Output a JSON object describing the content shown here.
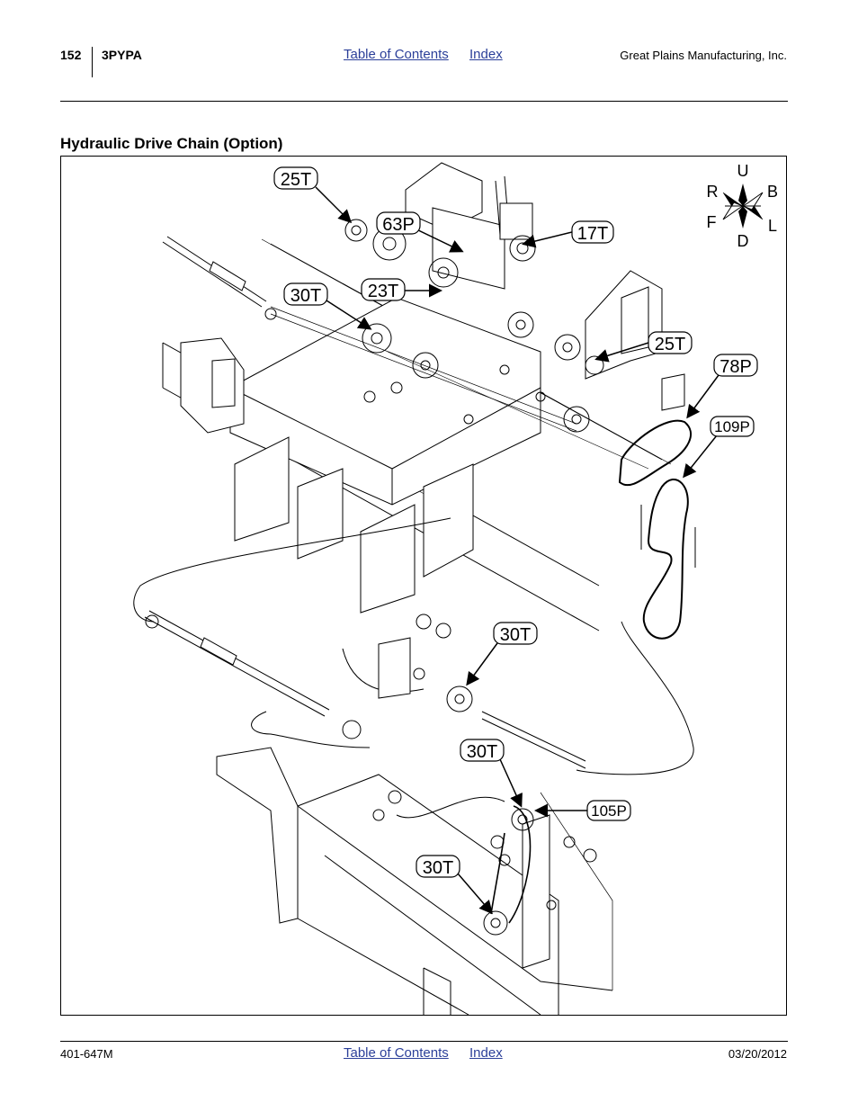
{
  "header": {
    "page_number": "152",
    "model": "3PYPA",
    "toc_link": "Table of Contents",
    "index_link": "Index",
    "company": "Great Plains Manufacturing, Inc."
  },
  "section_title": "Hydraulic Drive Chain (Option)",
  "figure": {
    "image_id": "25060",
    "compass": {
      "up": "U",
      "down": "D",
      "right": "R",
      "left": "L",
      "back": "B",
      "front": "F"
    },
    "callouts": {
      "c1": "25T",
      "c2": "63P",
      "c3": "17T",
      "c4": "30T",
      "c5": "23T",
      "c6": "25T",
      "c7": "78P",
      "c8": "109P",
      "c9": "30T",
      "c10": "30T",
      "c11": "105P",
      "c12": "30T"
    }
  },
  "footer": {
    "doc_number": "401-647M",
    "toc_link": "Table of Contents",
    "index_link": "Index",
    "date": "03/20/2012"
  }
}
